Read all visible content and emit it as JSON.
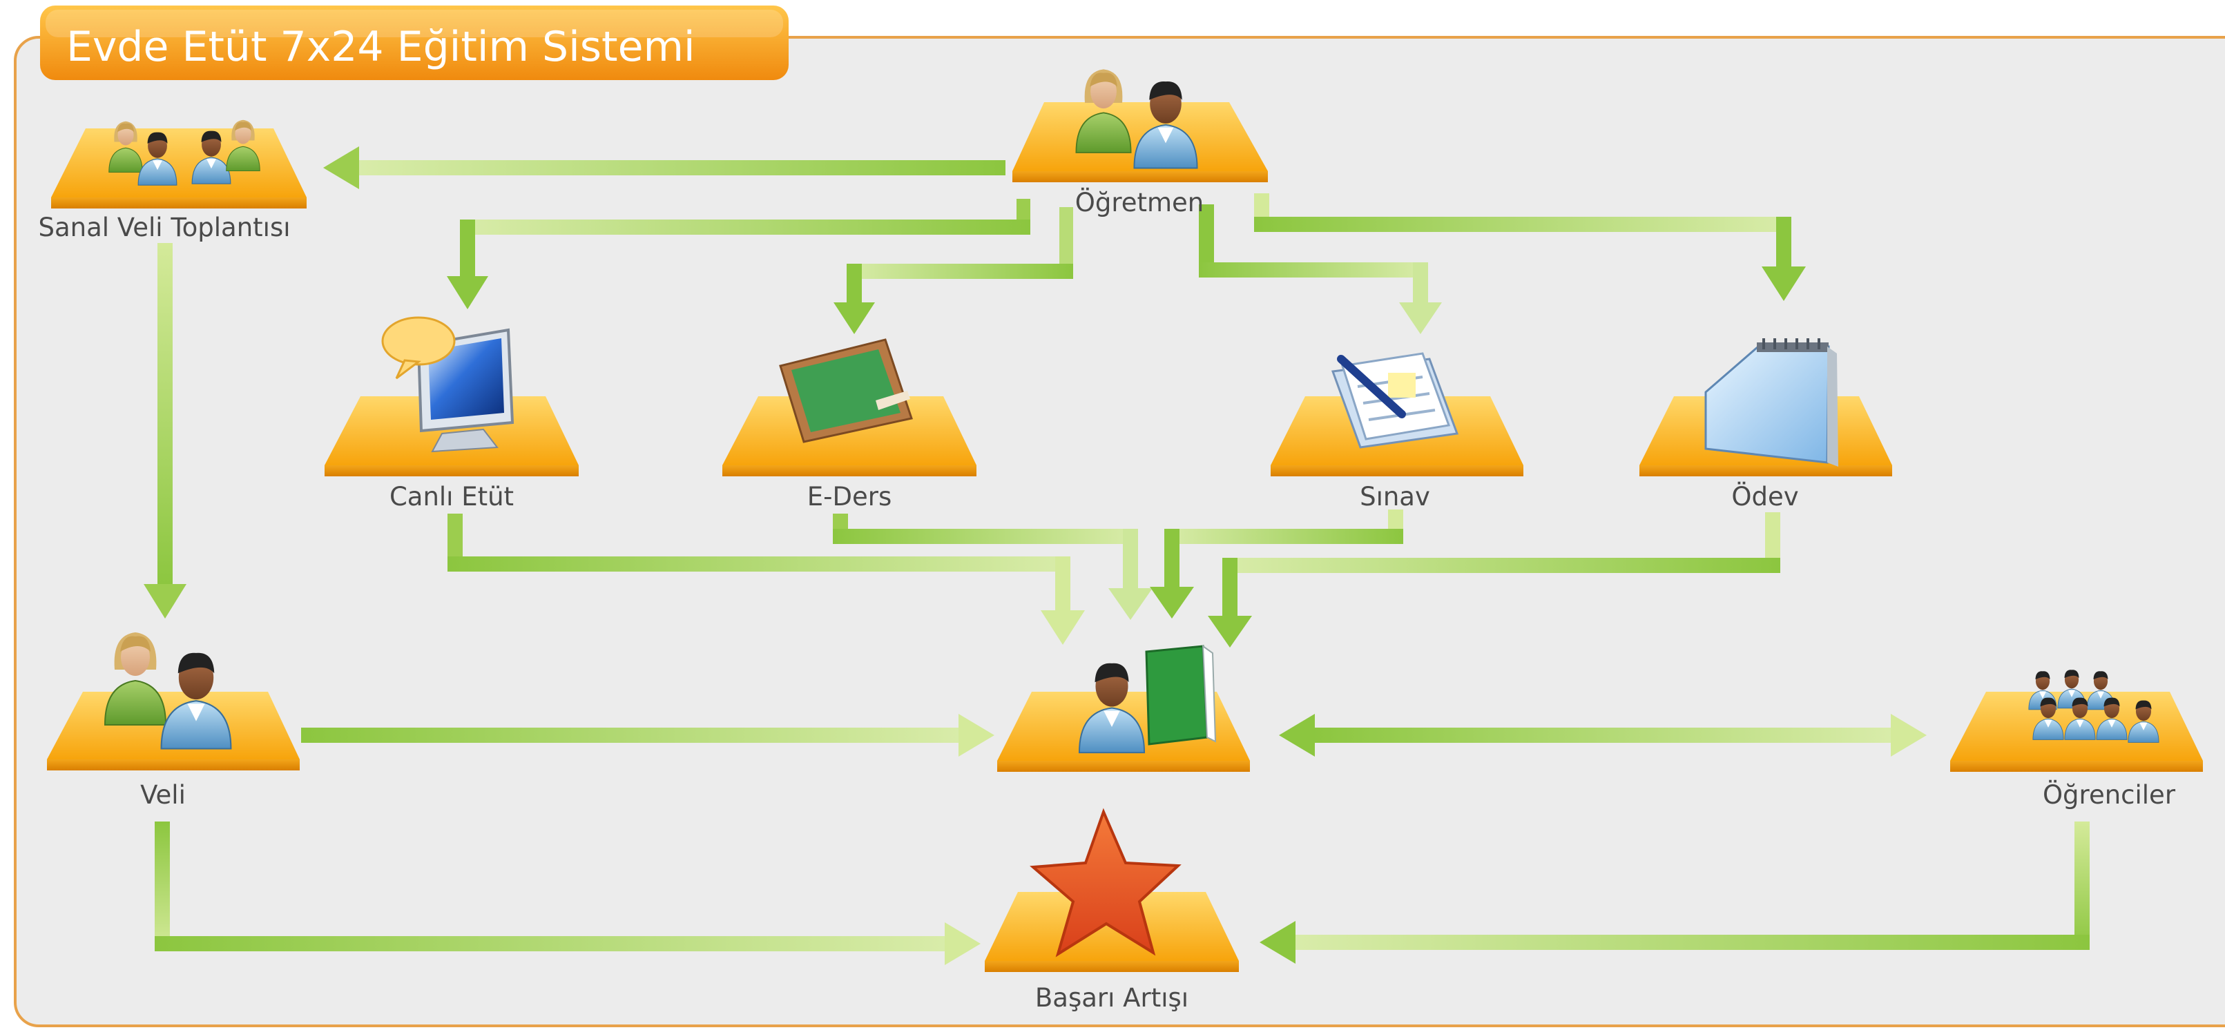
{
  "title": "Evde Etüt 7x24 Eğitim Sistemi",
  "colors": {
    "frame_border": "#e8a24a",
    "panel_background": "#ececec",
    "title_gradient_top": "#ffc64a",
    "title_gradient_bottom": "#f08a0e",
    "platform_top": "#ffc83f",
    "platform_bottom": "#f5a20a",
    "arrow_light": "#d4ea9a",
    "arrow_dark": "#8cc63f",
    "star": "#e9551f",
    "label_text": "#4a4a4a"
  },
  "nodes": {
    "ogretmen": {
      "label": "Öğretmen",
      "icon": "teacher-couple-icon"
    },
    "sanal_veli": {
      "label": "Sanal Veli Toplantısı",
      "icon": "meeting-group-icon"
    },
    "canli_etut": {
      "label": "Canlı Etüt",
      "icon": "monitor-chat-icon"
    },
    "e_ders": {
      "label": "E-Ders",
      "icon": "chalkboard-icon"
    },
    "sinav": {
      "label": "Sınav",
      "icon": "exam-papers-icon"
    },
    "odev": {
      "label": "Ödev",
      "icon": "notepad-icon"
    },
    "veli": {
      "label": "Veli",
      "icon": "parents-icon"
    },
    "ogrenci": {
      "label": "",
      "icon": "student-book-icon"
    },
    "ogrenciler": {
      "label": "Öğrenciler",
      "icon": "students-group-icon"
    },
    "basari": {
      "label": "Başarı Artışı",
      "icon": "star-icon"
    }
  }
}
